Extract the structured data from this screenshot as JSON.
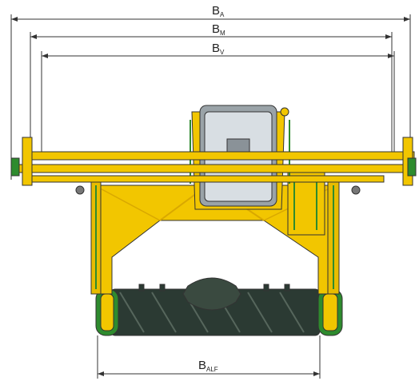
{
  "dimensions": {
    "ba": {
      "main": "B",
      "sub": "A"
    },
    "bm": {
      "main": "B",
      "sub": "M"
    },
    "bv": {
      "main": "B",
      "sub": "V"
    },
    "balf": {
      "main": "B",
      "sub": "ALF"
    }
  },
  "colors": {
    "frame_yellow": "#F2C600",
    "frame_yellow_dark": "#D9A800",
    "track_green": "#2E8B2E",
    "drum_dark": "#2B3A33",
    "cab_glass": "#D8DEE3",
    "line": "#333333"
  }
}
